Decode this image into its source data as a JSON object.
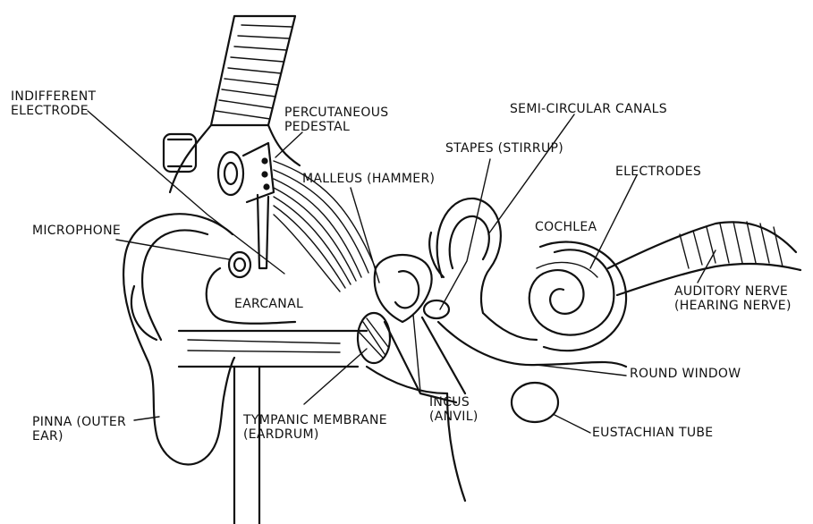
{
  "labels": {
    "indifferent_electrode": "INDIFFERENT\nELECTRODE",
    "percutaneous_pedestal": "PERCUTANEOUS\nPEDESTAL",
    "semicircular_canals": "SEMI-CIRCULAR CANALS",
    "stapes": "STAPES (STIRRUP)",
    "malleus": "MALLEUS (HAMMER)",
    "electrodes": "ELECTRODES",
    "microphone": "MICROPHONE",
    "cochlea": "COCHLEA",
    "ear_canal": "EARCANAL",
    "auditory_nerve": "AUDITORY NERVE\n(HEARING NERVE)",
    "round_window": "ROUND WINDOW",
    "incus": "INCUS\n(ANVIL)",
    "tympanic_membrane": "TYMPANIC MEMBRANE\n(EARDRUM)",
    "pinna": "PINNA (OUTER\nEAR)",
    "eustachian_tube": "EUSTACHIAN TUBE"
  }
}
